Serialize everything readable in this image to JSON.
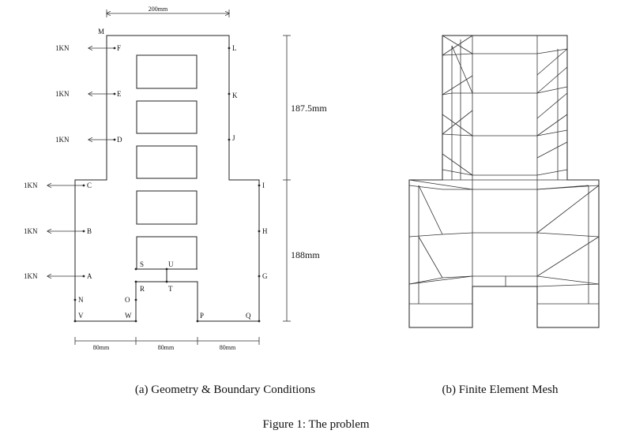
{
  "geometry": {
    "top_dim": "200mm",
    "upper_height": "187.5mm",
    "lower_height": "188mm",
    "bottom_dims": [
      "80mm",
      "80mm",
      "80mm"
    ],
    "load_label": "1KN",
    "points": {
      "M": "M",
      "F": "F",
      "E": "E",
      "D": "D",
      "C": "C",
      "B": "B",
      "A": "A",
      "L": "L",
      "K": "K",
      "J": "J",
      "I": "I",
      "H": "H",
      "G": "G",
      "N": "N",
      "O": "O",
      "R": "R",
      "S": "S",
      "T": "T",
      "U": "U",
      "V": "V",
      "W": "W",
      "P": "P",
      "Q": "Q"
    }
  },
  "captions": {
    "a": "(a) Geometry & Boundary Conditions",
    "b": "(b) Finite Element Mesh",
    "figure": "Figure 1: The problem"
  }
}
